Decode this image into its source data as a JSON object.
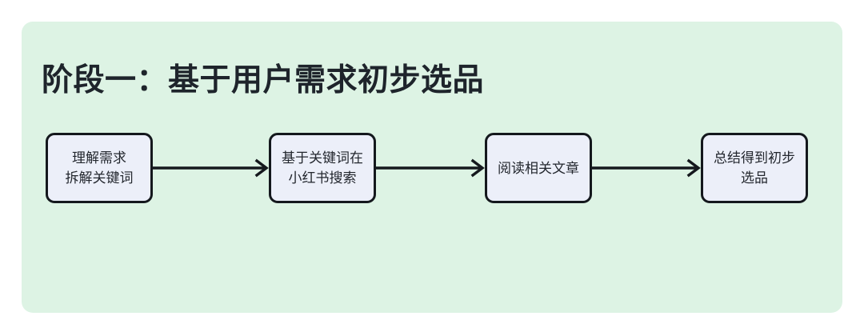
{
  "panel": {
    "background_color": "#ddf3e4",
    "title": "阶段一：基于用户需求初步选品",
    "title_color": "#1e242b"
  },
  "flow": {
    "node_fill_color": "#eceff9",
    "node_border_color": "#14181d",
    "node_text_color": "#23272e",
    "arrow_color": "#14181d",
    "nodes": [
      {
        "id": "node-1",
        "lines": [
          "理解需求",
          "拆解关键词"
        ]
      },
      {
        "id": "node-2",
        "lines": [
          "基于关键词在",
          "小红书搜索"
        ]
      },
      {
        "id": "node-3",
        "lines": [
          "阅读相关文章"
        ]
      },
      {
        "id": "node-4",
        "lines": [
          "总结得到初步",
          "选品"
        ]
      }
    ],
    "arrows": [
      {
        "id": "arrow-1",
        "from": "node-1",
        "to": "node-2",
        "glyph": "arrow-right-icon"
      },
      {
        "id": "arrow-2",
        "from": "node-2",
        "to": "node-3",
        "glyph": "arrow-right-icon"
      },
      {
        "id": "arrow-3",
        "from": "node-3",
        "to": "node-4",
        "glyph": "arrow-right-icon"
      }
    ]
  }
}
